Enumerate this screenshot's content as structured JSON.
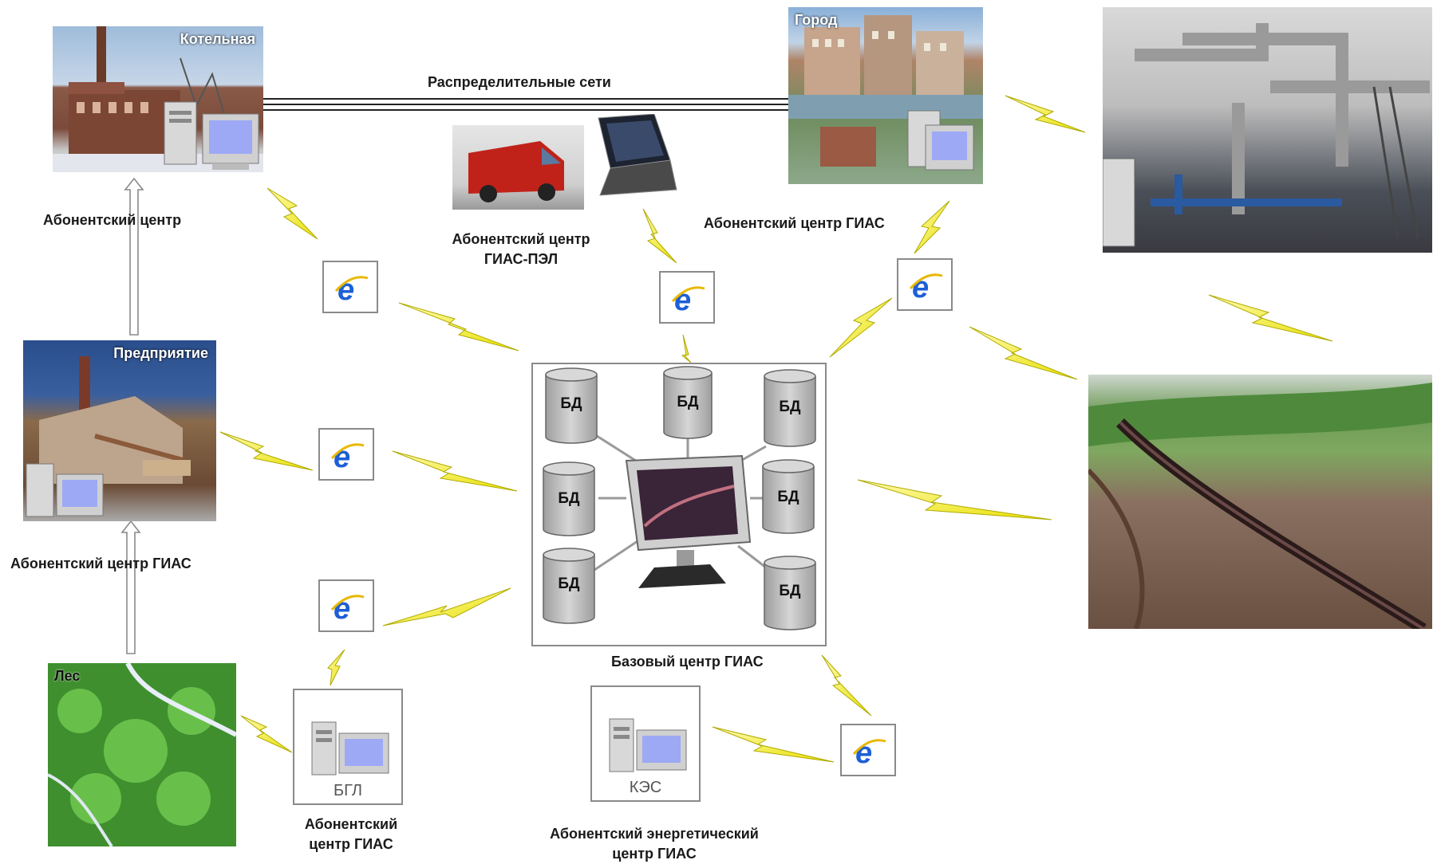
{
  "labels": {
    "boiler": "Котельная",
    "city": "Город",
    "enterprise": "Предприятие",
    "forest": "Лес",
    "distribution_networks": "Распределительные сети",
    "subscriber_center": "Абонентский центр",
    "subscriber_center_gias_pel_line1": "Абонентский центр",
    "subscriber_center_gias_pel_line2": "ГИАС-ПЭЛ",
    "subscriber_center_gias_top": "Абонентский центр ГИАС",
    "subscriber_center_gias_left": "Абонентский центр ГИАС",
    "base_center": "Базовый центр ГИАС",
    "bgl_caption": "БГЛ",
    "kes_caption": "КЭС",
    "bgl_center_line1": "Абонентский",
    "bgl_center_line2": "центр ГИАС",
    "energy_center_line1": "Абонентский энергетический",
    "energy_center_line2": "центр ГИАС"
  },
  "databases": [
    "БД",
    "БД",
    "БД",
    "БД",
    "БД",
    "БД",
    "БД"
  ],
  "colors": {
    "bolt": "#f2ee10",
    "bolt_edge": "#a8a400",
    "ie_blue": "#1d5fd6",
    "frame": "#8a8a8a"
  }
}
